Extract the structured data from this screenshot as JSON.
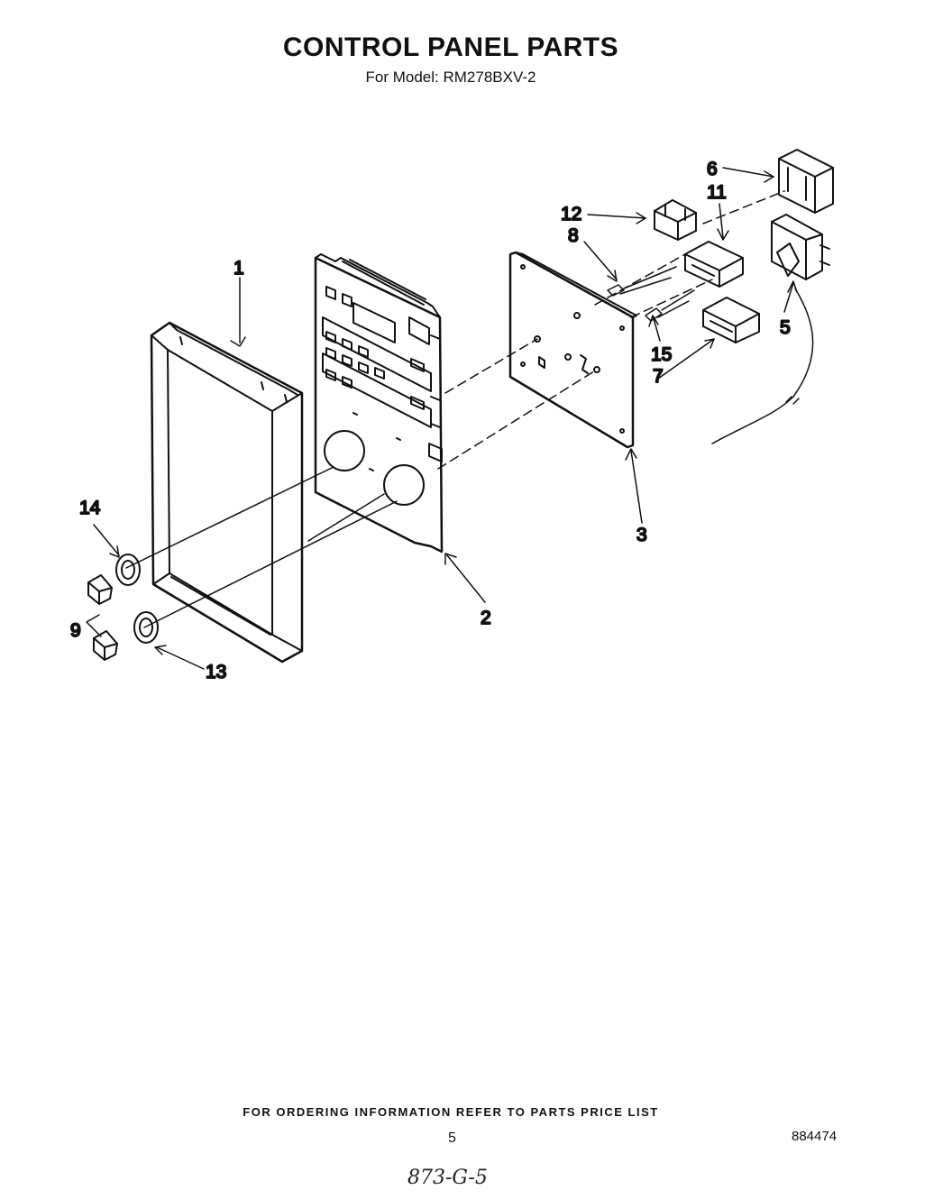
{
  "header": {
    "title": "CONTROL PANEL PARTS",
    "subtitle": "For Model: RM278BXV-2"
  },
  "callouts": {
    "c1": "1",
    "c2": "2",
    "c3": "3",
    "c5": "5",
    "c6": "6",
    "c7": "7",
    "c8": "8",
    "c9": "9",
    "c11": "11",
    "c12": "12",
    "c13": "13",
    "c14": "14",
    "c15": "15"
  },
  "footer": {
    "note": "FOR ORDERING INFORMATION REFER TO PARTS PRICE LIST",
    "page_number": "5",
    "doc_number": "884474",
    "handwritten": "873-G-5"
  }
}
